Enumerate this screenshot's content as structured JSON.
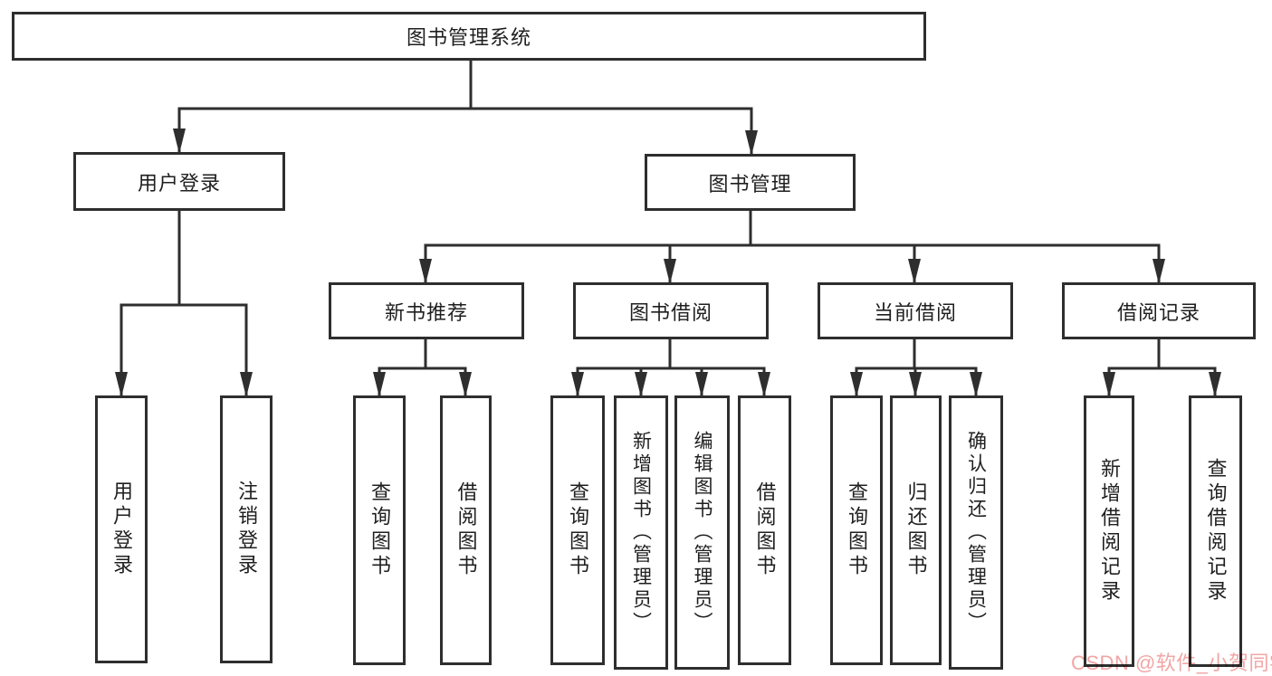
{
  "diagram": {
    "type": "hierarchy-tree",
    "root": "图书管理系统",
    "level2": {
      "user_login": "用户登录",
      "book_mgmt": "图书管理"
    },
    "level3": {
      "new_books": "新书推荐",
      "book_borrow": "图书借阅",
      "current_borrow": "当前借阅",
      "borrow_records": "借阅记录"
    },
    "leaves": {
      "user_login": [
        "用户登录",
        "注销登录"
      ],
      "new_books": [
        "查询图书",
        "借阅图书"
      ],
      "book_borrow": [
        "查询图书",
        "新增图书（管理员）",
        "编辑图书（管理员）",
        "借阅图书"
      ],
      "current_borrow": [
        "查询图书",
        "归还图书",
        "确认归还（管理员）"
      ],
      "borrow_records": [
        "新增借阅记录",
        "查询借阅记录"
      ]
    }
  },
  "watermark": "CSDN @软件_小贺同学",
  "colors": {
    "line": "#2e2e2e",
    "text": "#1f1f1f",
    "watermark": "#f2a5a5",
    "background": "#ffffff"
  }
}
